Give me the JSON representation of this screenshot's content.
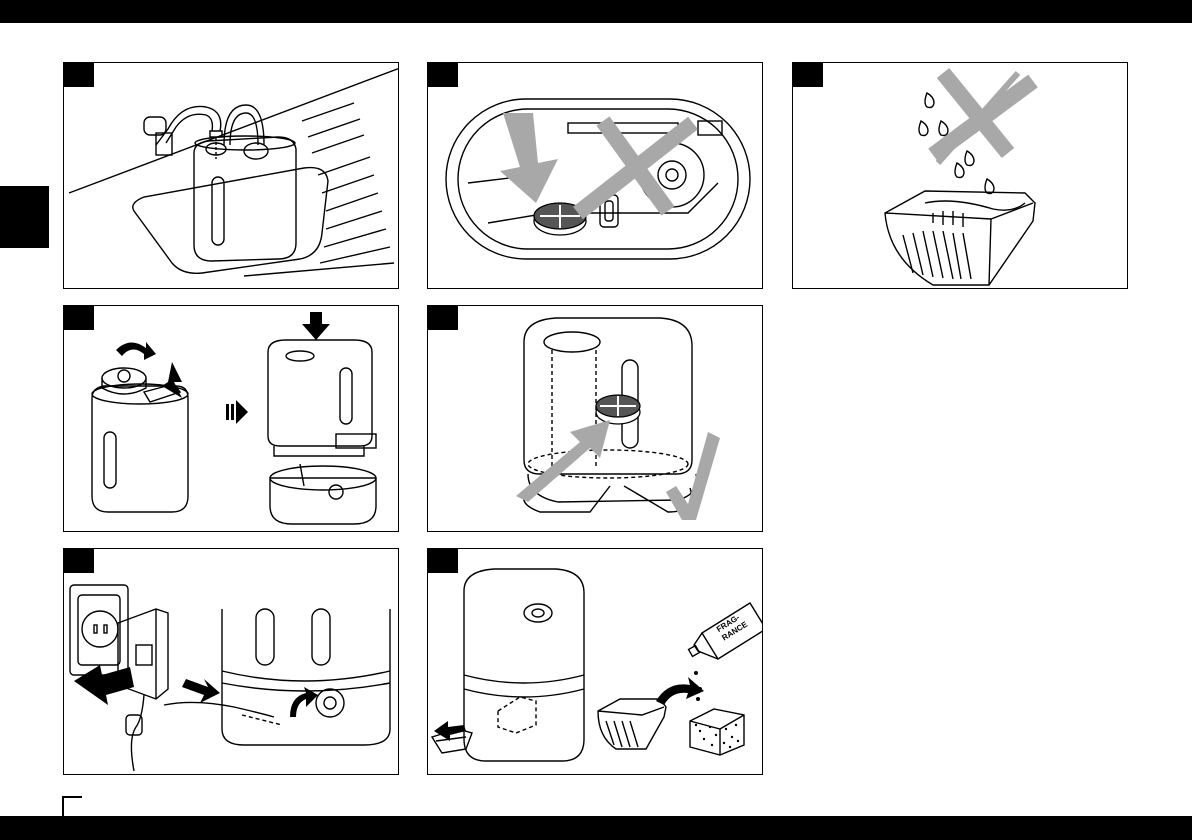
{
  "illustrations": [
    {
      "id": "fill-tank-at-tap"
    },
    {
      "id": "base-reservoir-top-view-wrong"
    },
    {
      "id": "no-water-on-cartridge-wrong"
    },
    {
      "id": "open-cap-and-place-tank"
    },
    {
      "id": "insert-cartridge-correct"
    },
    {
      "id": "connect-adapter-and-turn-knob"
    },
    {
      "id": "fragrance-tray"
    }
  ],
  "labels": {
    "fragrance": "FRAG-\nRANCE"
  }
}
